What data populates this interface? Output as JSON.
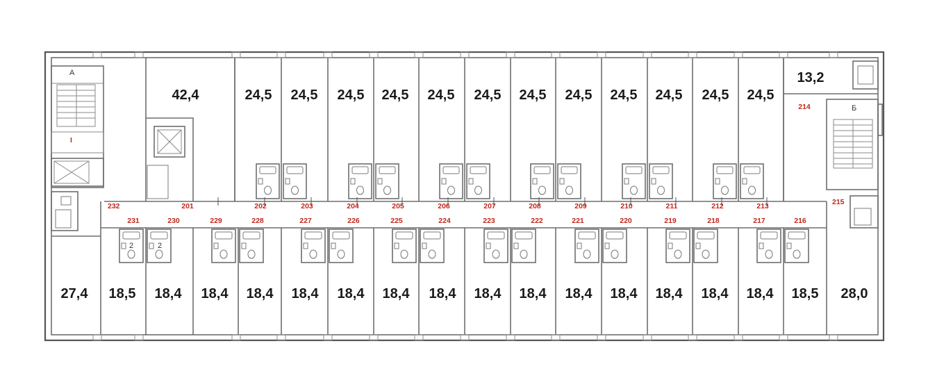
{
  "floor_plan": {
    "stair_labels": {
      "a": "А",
      "b": "Б",
      "stair_mark": "I"
    },
    "top_rooms": [
      {
        "area": "42,4",
        "number": "201"
      },
      {
        "area": "24,5",
        "number": "202"
      },
      {
        "area": "24,5",
        "number": "203"
      },
      {
        "area": "24,5",
        "number": "204"
      },
      {
        "area": "24,5",
        "number": "205"
      },
      {
        "area": "24,5",
        "number": "206"
      },
      {
        "area": "24,5",
        "number": "207"
      },
      {
        "area": "24,5",
        "number": "208"
      },
      {
        "area": "24,5",
        "number": "209"
      },
      {
        "area": "24,5",
        "number": "210"
      },
      {
        "area": "24,5",
        "number": "211"
      },
      {
        "area": "24,5",
        "number": "212"
      },
      {
        "area": "24,5",
        "number": "213"
      },
      {
        "area": "13,2",
        "number": "214"
      }
    ],
    "side_rooms": {
      "right_wc_number": "215",
      "left_corridor_number": "232"
    },
    "bottom_rooms": [
      {
        "area": "27,4",
        "number": ""
      },
      {
        "area": "18,5",
        "number": "231"
      },
      {
        "area": "18,4",
        "number": "230"
      },
      {
        "area": "18,4",
        "number": "229"
      },
      {
        "area": "18,4",
        "number": "228"
      },
      {
        "area": "18,4",
        "number": "227"
      },
      {
        "area": "18,4",
        "number": "226"
      },
      {
        "area": "18,4",
        "number": "225"
      },
      {
        "area": "18,4",
        "number": "224"
      },
      {
        "area": "18,4",
        "number": "223"
      },
      {
        "area": "18,4",
        "number": "222"
      },
      {
        "area": "18,4",
        "number": "221"
      },
      {
        "area": "18,4",
        "number": "220"
      },
      {
        "area": "18,4",
        "number": "219"
      },
      {
        "area": "18,4",
        "number": "218"
      },
      {
        "area": "18,4",
        "number": "217"
      },
      {
        "area": "18,5",
        "number": "216"
      },
      {
        "area": "28,0",
        "number": ""
      }
    ],
    "bathroom_marks": [
      "2",
      "2"
    ]
  }
}
